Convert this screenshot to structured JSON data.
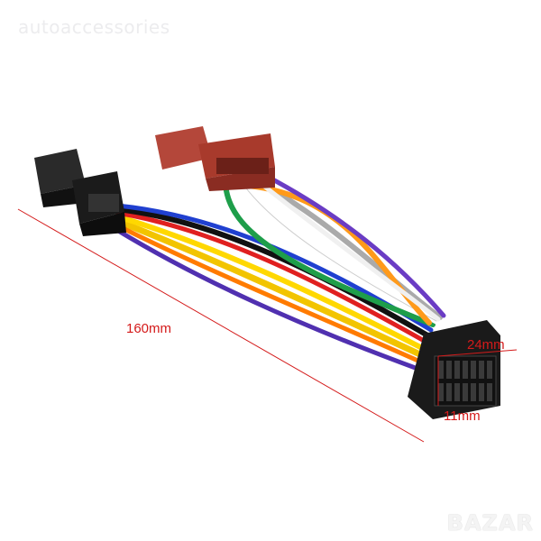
{
  "watermark": "autoaccessories",
  "dimensions": {
    "length": "160mm",
    "width": "24mm",
    "height": "11mm"
  },
  "logo_watermark": "BAZAR",
  "colors": {
    "dimension": "#d41a1a",
    "iso_connector": "#1b1b1b",
    "red_connector": "#a83a2c"
  }
}
